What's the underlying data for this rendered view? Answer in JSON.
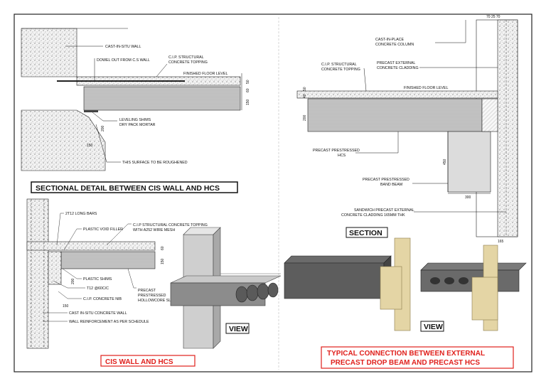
{
  "titles": {
    "section_detail": "SECTIONAL DETAIL BETWEEN CIS WALL AND HCS",
    "cis_wall_hcs": "CIS WALL AND HCS",
    "section": "SECTION",
    "view_left": "VIEW",
    "view_right": "VIEW",
    "typical_line1": "TYPICAL CONNECTION BETWEEN EXTERNAL",
    "typical_line2": "PRECAST DROP BEAM AND PRECAST HCS"
  },
  "detail1": {
    "cast_in_situ_wall": "CAST-IN-SITU WALL",
    "dowel_out": "DOWEL OUT FROM C.S WALL",
    "cip_line1": "C.I.P. STRUCTURAL",
    "cip_line2": "CONCRETE TOPPING",
    "ffl": "FINISHED FLOOR LEVEL",
    "leveling_line1": "LEVELING SHIMS",
    "leveling_line2": "DRY PACK MORTAR",
    "roughened": "THIS SURFACE TO BE ROUGHENED",
    "dim_60": "60",
    "dim_50": "50",
    "dim_150": "150",
    "dim_200": "200",
    "dim_150b": "150"
  },
  "detail2": {
    "long_bars": "2T12 LONG BARS",
    "void_filler": "PLASTIC VOID FILLER",
    "cip_line1": "C.I.P STRUCTURAL CONCRETE TOPPING",
    "cip_line2": "WITH A252 WIRE MESH",
    "shims": "PLASTIC SHIMS",
    "t12": "T12 @60C/C",
    "nib": "C.I.P.  CONCRETE NIB",
    "hcs_line1": "PRECAST",
    "hcs_line2": "PRESTRESSED",
    "hcs_line3": "HOLLOWCORE SLAB",
    "cis_wall": "CAST IN-SITU CONCRETE WALL",
    "wall_reinf": "WALL REINFORCEMENT AS PER SCHEDULE",
    "dim_60": "60",
    "dim_150": "150",
    "dim_200": "200",
    "dim_150b": "150"
  },
  "detail3": {
    "column_line1": "CAST-IN-PLACE",
    "column_line2": "CONCRETE COLUMN",
    "cip_line1": "C.I.P. STRUCTURAL",
    "cip_line2": "CONCRETE TOPPING",
    "cladding_line1": "PRECAST EXTERNAL",
    "cladding_line2": "CONCRETE CLADDING",
    "ffl": "FINISHED FLOOR LEVEL",
    "hcs_line1": "PRECAST PRESTRESSED",
    "hcs_line2": "HCS",
    "band_line1": "PRECAST PRESTRESSED",
    "band_line2": "BAND BEAM",
    "sandwich_line1": "SANDWICH PRECAST EXTERNAL",
    "sandwich_line2": "CONCRETE CLADDING 165MM THK",
    "dim_top": "70 25 70",
    "dim_40": "40",
    "dim_50": "50",
    "dim_200": "200",
    "dim_450": "450",
    "dim_300": "300",
    "dim_165": "165"
  },
  "colors": {
    "title_red": "#e0201c",
    "concrete": "#d4d4d4",
    "beam_tan": "#e4d5a5",
    "slab_dark": "#5d5d5d"
  }
}
